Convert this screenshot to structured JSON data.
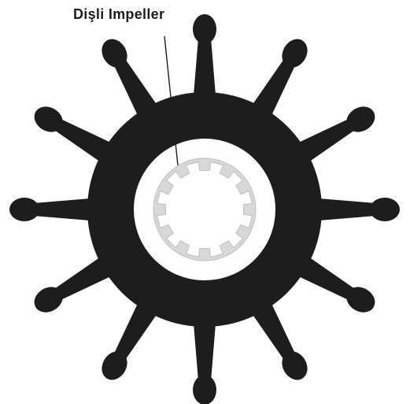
{
  "diagram": {
    "callout_label": "Dişli Impeller",
    "blade_count": 12,
    "spline_tooth_count": 12,
    "colors": {
      "background": "#ffffff",
      "impeller_body": "#1d1d1d",
      "hub_ring": "#ffffff",
      "spline_insert": "#d8d8d8",
      "leader_line": "#1d1d1d"
    }
  }
}
